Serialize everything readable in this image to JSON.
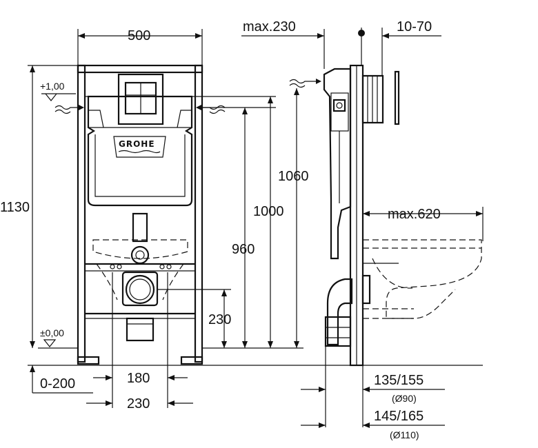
{
  "dimensions": {
    "frame_width": "500",
    "max_230": "max.230",
    "range_10_70": "10-70",
    "height_1130": "1130",
    "height_1060": "1060",
    "height_1000": "1000",
    "height_960": "960",
    "height_230": "230",
    "level_plus": "+1,00",
    "level_zero": "±0,00",
    "max_620": "max.620",
    "adjust_0_200": "0-200",
    "width_180": "180",
    "width_230": "230",
    "depth_135_155": "135/155",
    "dia_90": "(Ø90)",
    "depth_145_165": "145/165",
    "dia_110": "(Ø110)"
  },
  "logo": {
    "text": "GROHE"
  }
}
